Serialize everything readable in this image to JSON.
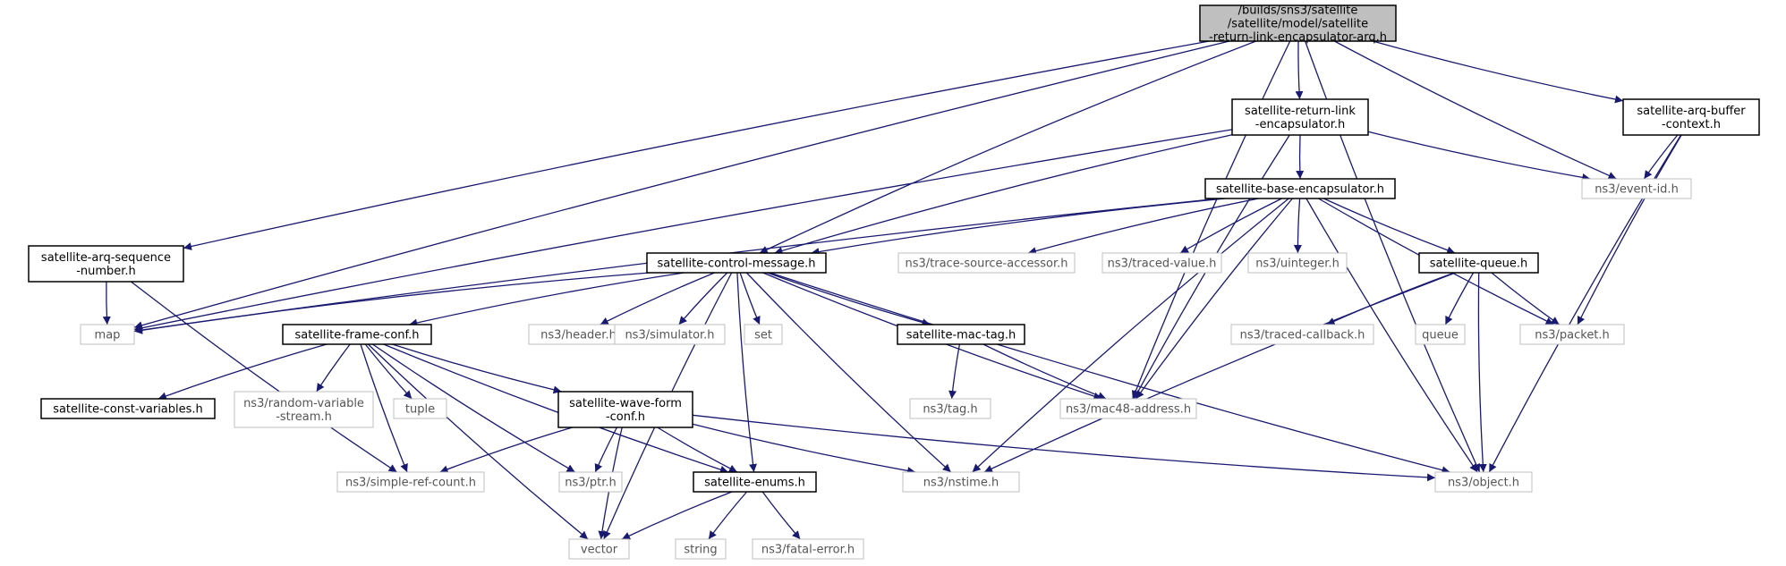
{
  "diagram": {
    "type": "include-dependency-graph",
    "colors": {
      "edge": "#191970",
      "root_fill": "#bfbfbf",
      "documented_border": "#000000",
      "external_border": "#bfbfbf"
    },
    "nodes": [
      {
        "id": "root",
        "kind": "root",
        "lines": [
          "/builds/sns3/satellite",
          "/satellite/model/satellite",
          "-return-link-encapsulator-arq.h"
        ]
      },
      {
        "id": "rle",
        "kind": "box",
        "lines": [
          "satellite-return-link",
          "-encapsulator.h"
        ]
      },
      {
        "id": "arqbuf",
        "kind": "box",
        "lines": [
          "satellite-arq-buffer",
          "-context.h"
        ]
      },
      {
        "id": "base",
        "kind": "box",
        "lines": [
          "satellite-base-encapsulator.h"
        ]
      },
      {
        "id": "eventid",
        "kind": "ext",
        "lines": [
          "ns3/event-id.h"
        ]
      },
      {
        "id": "arqseq",
        "kind": "box",
        "lines": [
          "satellite-arq-sequence",
          "-number.h"
        ]
      },
      {
        "id": "ctrl",
        "kind": "box",
        "lines": [
          "satellite-control-message.h"
        ]
      },
      {
        "id": "tsa",
        "kind": "ext",
        "lines": [
          "ns3/trace-source-accessor.h"
        ]
      },
      {
        "id": "tracedval",
        "kind": "ext",
        "lines": [
          "ns3/traced-value.h"
        ]
      },
      {
        "id": "uinteger",
        "kind": "ext",
        "lines": [
          "ns3/uinteger.h"
        ]
      },
      {
        "id": "queue",
        "kind": "box",
        "lines": [
          "satellite-queue.h"
        ]
      },
      {
        "id": "map",
        "kind": "ext",
        "lines": [
          "map"
        ]
      },
      {
        "id": "frameconf",
        "kind": "box",
        "lines": [
          "satellite-frame-conf.h"
        ]
      },
      {
        "id": "header",
        "kind": "ext",
        "lines": [
          "ns3/header.h"
        ]
      },
      {
        "id": "simulator",
        "kind": "ext",
        "lines": [
          "ns3/simulator.h"
        ]
      },
      {
        "id": "set",
        "kind": "ext",
        "lines": [
          "set"
        ]
      },
      {
        "id": "mactag",
        "kind": "box",
        "lines": [
          "satellite-mac-tag.h"
        ]
      },
      {
        "id": "tracedcb",
        "kind": "ext",
        "lines": [
          "ns3/traced-callback.h"
        ]
      },
      {
        "id": "queuestd",
        "kind": "ext",
        "lines": [
          "queue"
        ]
      },
      {
        "id": "packet",
        "kind": "ext",
        "lines": [
          "ns3/packet.h"
        ]
      },
      {
        "id": "constvars",
        "kind": "box",
        "lines": [
          "satellite-const-variables.h"
        ]
      },
      {
        "id": "rvs",
        "kind": "ext",
        "lines": [
          "ns3/random-variable",
          "-stream.h"
        ]
      },
      {
        "id": "tuple",
        "kind": "ext",
        "lines": [
          "tuple"
        ]
      },
      {
        "id": "wfconf",
        "kind": "box",
        "lines": [
          "satellite-wave-form",
          "-conf.h"
        ]
      },
      {
        "id": "tag",
        "kind": "ext",
        "lines": [
          "ns3/tag.h"
        ]
      },
      {
        "id": "mac48",
        "kind": "ext",
        "lines": [
          "ns3/mac48-address.h"
        ]
      },
      {
        "id": "src",
        "kind": "ext",
        "lines": [
          "ns3/simple-ref-count.h"
        ]
      },
      {
        "id": "ptr",
        "kind": "ext",
        "lines": [
          "ns3/ptr.h"
        ]
      },
      {
        "id": "enums",
        "kind": "box",
        "lines": [
          "satellite-enums.h"
        ]
      },
      {
        "id": "nstime",
        "kind": "ext",
        "lines": [
          "ns3/nstime.h"
        ]
      },
      {
        "id": "object",
        "kind": "ext",
        "lines": [
          "ns3/object.h"
        ]
      },
      {
        "id": "vector",
        "kind": "ext",
        "lines": [
          "vector"
        ]
      },
      {
        "id": "string",
        "kind": "ext",
        "lines": [
          "string"
        ]
      },
      {
        "id": "fatal",
        "kind": "ext",
        "lines": [
          "ns3/fatal-error.h"
        ]
      }
    ],
    "edges": [
      [
        "root",
        "rle"
      ],
      [
        "root",
        "arqbuf"
      ],
      [
        "root",
        "eventid"
      ],
      [
        "root",
        "arqseq"
      ],
      [
        "root",
        "ctrl"
      ],
      [
        "root",
        "map"
      ],
      [
        "root",
        "mac48"
      ],
      [
        "root",
        "object"
      ],
      [
        "rle",
        "base"
      ],
      [
        "rle",
        "eventid"
      ],
      [
        "rle",
        "ctrl"
      ],
      [
        "rle",
        "map"
      ],
      [
        "rle",
        "mac48"
      ],
      [
        "arqbuf",
        "eventid"
      ],
      [
        "arqbuf",
        "packet"
      ],
      [
        "arqbuf",
        "object"
      ],
      [
        "base",
        "ctrl"
      ],
      [
        "base",
        "tsa"
      ],
      [
        "base",
        "tracedval"
      ],
      [
        "base",
        "uinteger"
      ],
      [
        "base",
        "queue"
      ],
      [
        "base",
        "packet"
      ],
      [
        "base",
        "mac48"
      ],
      [
        "base",
        "nstime"
      ],
      [
        "base",
        "object"
      ],
      [
        "base",
        "map"
      ],
      [
        "arqseq",
        "map"
      ],
      [
        "arqseq",
        "src"
      ],
      [
        "ctrl",
        "map"
      ],
      [
        "ctrl",
        "frameconf"
      ],
      [
        "ctrl",
        "header"
      ],
      [
        "ctrl",
        "simulator"
      ],
      [
        "ctrl",
        "set"
      ],
      [
        "ctrl",
        "mactag"
      ],
      [
        "ctrl",
        "mac48"
      ],
      [
        "ctrl",
        "nstime"
      ],
      [
        "ctrl",
        "object"
      ],
      [
        "ctrl",
        "enums"
      ],
      [
        "ctrl",
        "vector"
      ],
      [
        "queue",
        "tracedcb"
      ],
      [
        "queue",
        "queuestd"
      ],
      [
        "queue",
        "packet"
      ],
      [
        "queue",
        "object"
      ],
      [
        "queue",
        "nstime"
      ],
      [
        "frameconf",
        "constvars"
      ],
      [
        "frameconf",
        "rvs"
      ],
      [
        "frameconf",
        "tuple"
      ],
      [
        "frameconf",
        "wfconf"
      ],
      [
        "frameconf",
        "src"
      ],
      [
        "frameconf",
        "ptr"
      ],
      [
        "frameconf",
        "vector"
      ],
      [
        "frameconf",
        "enums"
      ],
      [
        "mactag",
        "tag"
      ],
      [
        "mactag",
        "mac48"
      ],
      [
        "wfconf",
        "src"
      ],
      [
        "wfconf",
        "ptr"
      ],
      [
        "wfconf",
        "vector"
      ],
      [
        "wfconf",
        "enums"
      ],
      [
        "wfconf",
        "nstime"
      ],
      [
        "wfconf",
        "object"
      ],
      [
        "enums",
        "vector"
      ],
      [
        "enums",
        "string"
      ],
      [
        "enums",
        "fatal"
      ]
    ]
  }
}
